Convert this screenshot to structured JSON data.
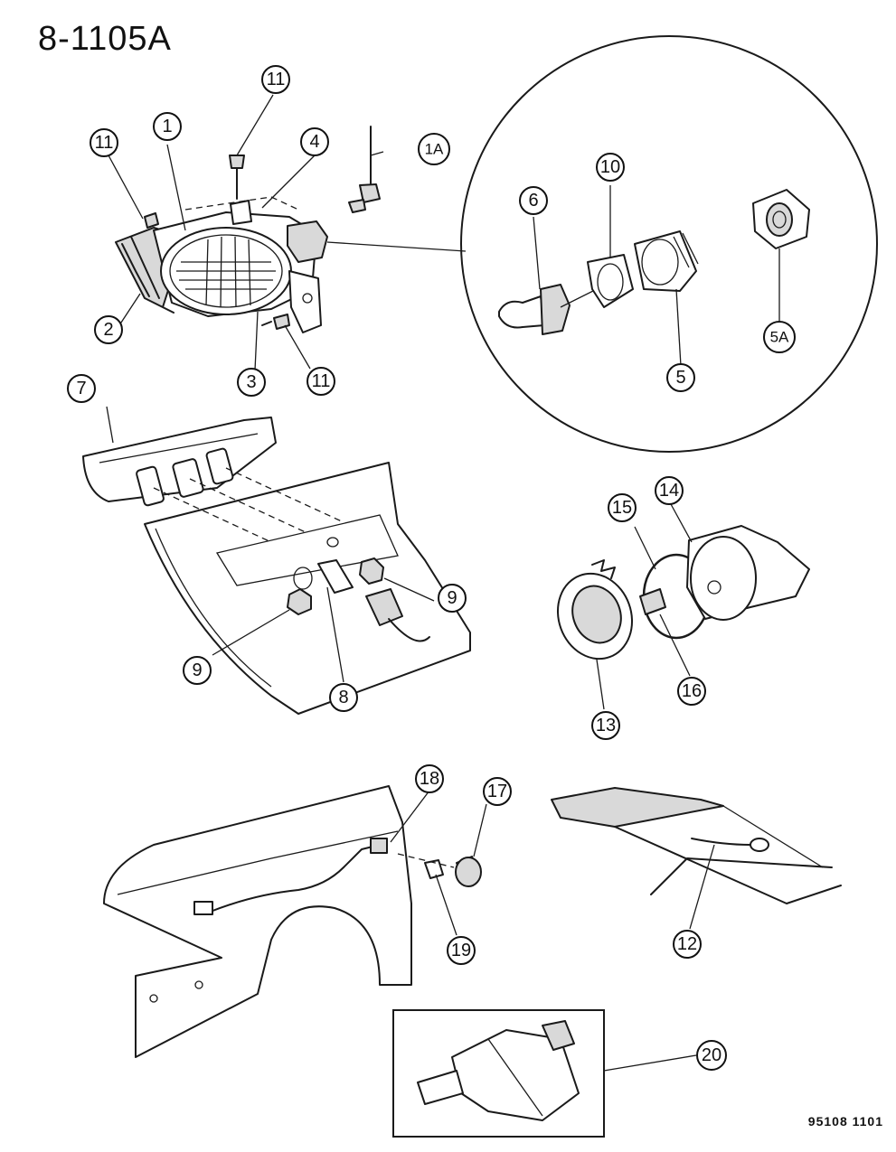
{
  "title": "8-1105A",
  "footer": "95108 1101",
  "callouts": [
    {
      "label": "1"
    },
    {
      "label": "1A"
    },
    {
      "label": "2"
    },
    {
      "label": "3"
    },
    {
      "label": "4"
    },
    {
      "label": "5"
    },
    {
      "label": "5A"
    },
    {
      "label": "6"
    },
    {
      "label": "7"
    },
    {
      "label": "8"
    },
    {
      "label": "9"
    },
    {
      "label": "10"
    },
    {
      "label": "11"
    },
    {
      "label": "12"
    },
    {
      "label": "13"
    },
    {
      "label": "14"
    },
    {
      "label": "15"
    },
    {
      "label": "16"
    },
    {
      "label": "17"
    },
    {
      "label": "18"
    },
    {
      "label": "19"
    },
    {
      "label": "20"
    }
  ]
}
